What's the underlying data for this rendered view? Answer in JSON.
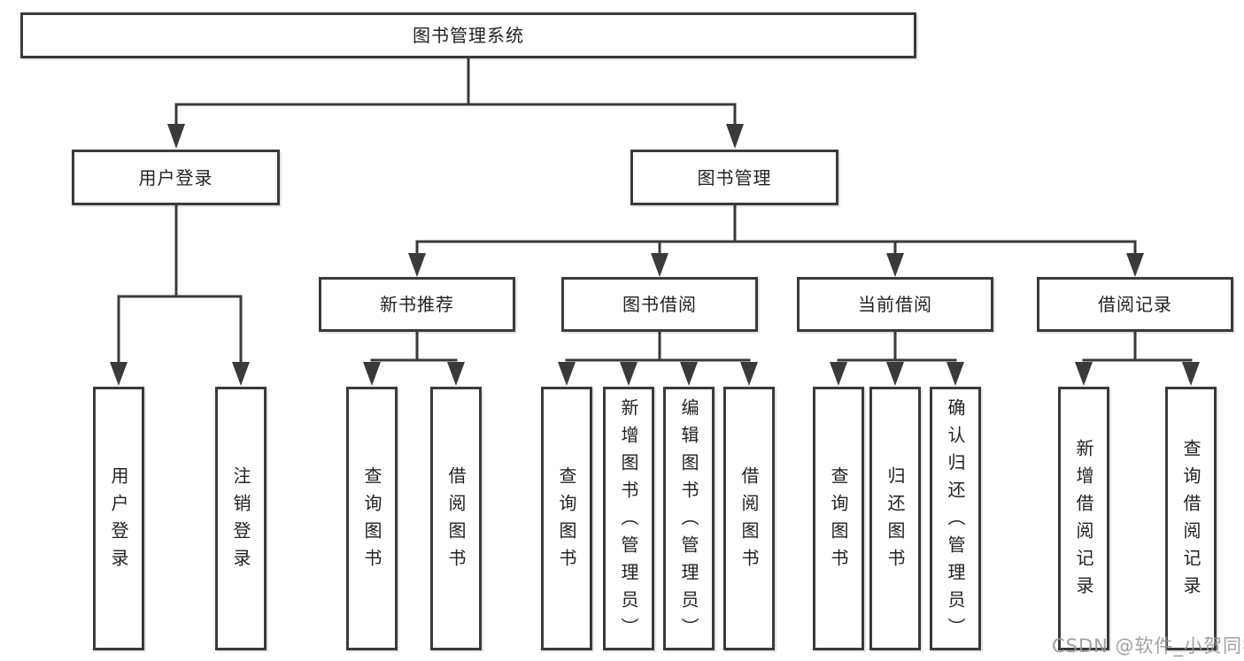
{
  "tree": {
    "label": "图书管理系统",
    "children": [
      {
        "label": "用户登录",
        "children": [
          {
            "label": "用户登录"
          },
          {
            "label": "注销登录"
          }
        ]
      },
      {
        "label": "图书管理",
        "children": [
          {
            "label": "新书推荐",
            "children": [
              {
                "label": "查询图书"
              },
              {
                "label": "借阅图书"
              }
            ]
          },
          {
            "label": "图书借阅",
            "children": [
              {
                "label": "查询图书"
              },
              {
                "label": "新增图书（管理员）"
              },
              {
                "label": "编辑图书（管理员）"
              },
              {
                "label": "借阅图书"
              }
            ]
          },
          {
            "label": "当前借阅",
            "children": [
              {
                "label": "查询图书"
              },
              {
                "label": "归还图书"
              },
              {
                "label": "确认归还（管理员）"
              }
            ]
          },
          {
            "label": "借阅记录",
            "children": [
              {
                "label": "新增借阅记录"
              },
              {
                "label": "查询借阅记录"
              }
            ]
          }
        ]
      }
    ]
  },
  "watermark": "CSDN @软件_小贺同学",
  "colors": {
    "line": "#3a3a3a",
    "box_fill": "#ffffff",
    "text": "#222222",
    "watermark": "#979797",
    "background": "#ffffff"
  }
}
